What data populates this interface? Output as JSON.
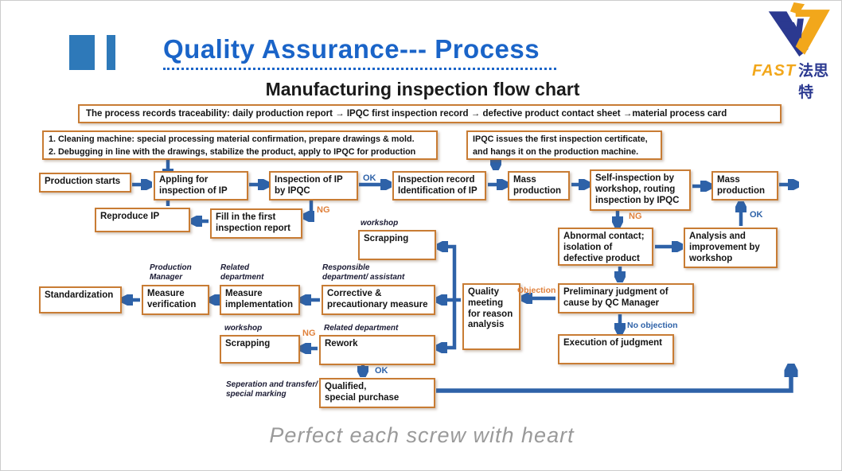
{
  "colors": {
    "accent_blue": "#2E62A8",
    "title_blue": "#1A64C8",
    "box_border_orange": "#C87C34",
    "label_orange": "#E0813C",
    "tagline_gray": "#9A9A9A",
    "logo_yellow": "#F2A71B",
    "logo_blue": "#2B3990"
  },
  "header": {
    "title": "Quality Assurance--- Process",
    "subtitle": "Manufacturing inspection flow chart",
    "logo_brand": "FAST",
    "logo_brand_cn": "法思特"
  },
  "banner": "The process records traceability: daily production report → IPQC first inspection record → defective product contact sheet →material process card",
  "notes": {
    "cleaning": "1. Cleaning machine: special processing material confirmation, prepare drawings & mold.\n2. Debugging in line with the drawings, stabilize the product, apply to IPQC for production",
    "ipqc": "IPQC issues the first inspection certificate,\nand hangs it on the production machine."
  },
  "boxes": {
    "production_starts": "Production starts",
    "appling_inspection": "Appling for\ninspection of IP",
    "inspection_by_ipqc": "Inspection of IP\nby IPQC",
    "inspection_record": "Inspection record\nIdentification of IP",
    "mass_production_1": "Mass\nproduction",
    "self_inspection": "Self-inspection by\nworkshop, routing\ninspection by IPQC",
    "mass_production_2": "Mass\nproduction",
    "reproduce_ip": "Reproduce IP",
    "fill_first_report": "Fill in the first\ninspection report",
    "scrapping_1": "Scrapping",
    "abnormal_contact": "Abnormal contact;\nisolation of\ndefective product",
    "analysis_improvement": "Analysis and\nimprovement by\nworkshop",
    "standardization": "Standardization",
    "measure_verification": "Measure\nverification",
    "measure_implementation": "Measure\nimplementation",
    "corrective_measure": "Corrective &\nprecautionary measure",
    "quality_meeting": "Quality\nmeeting\nfor reason\nanalysis",
    "preliminary_judgment": "Preliminary judgment of\ncause by QC Manager",
    "scrapping_2": "Scrapping",
    "rework": "Rework",
    "execution_judgment": "Execution of judgment",
    "qualified_purchase": "Qualified,\nspecial purchase"
  },
  "dept_labels": {
    "workshop_1": "workshop",
    "production_manager": "Production\nManager",
    "related_department_1": "Related\ndepartment",
    "responsible_department": "Responsible\ndepartment/ assistant",
    "workshop_2": "workshop",
    "related_department_2": "Related department",
    "separation_marking": "Seperation and transfer/\nspecial marking"
  },
  "flow_labels": {
    "ok_1": "OK",
    "ng_1": "NG",
    "ng_2": "NG",
    "ok_2": "OK",
    "objection": "Objection",
    "no_objection": "No objection",
    "ng_3": "NG",
    "ok_3": "OK"
  },
  "tagline": "Perfect each screw with heart"
}
